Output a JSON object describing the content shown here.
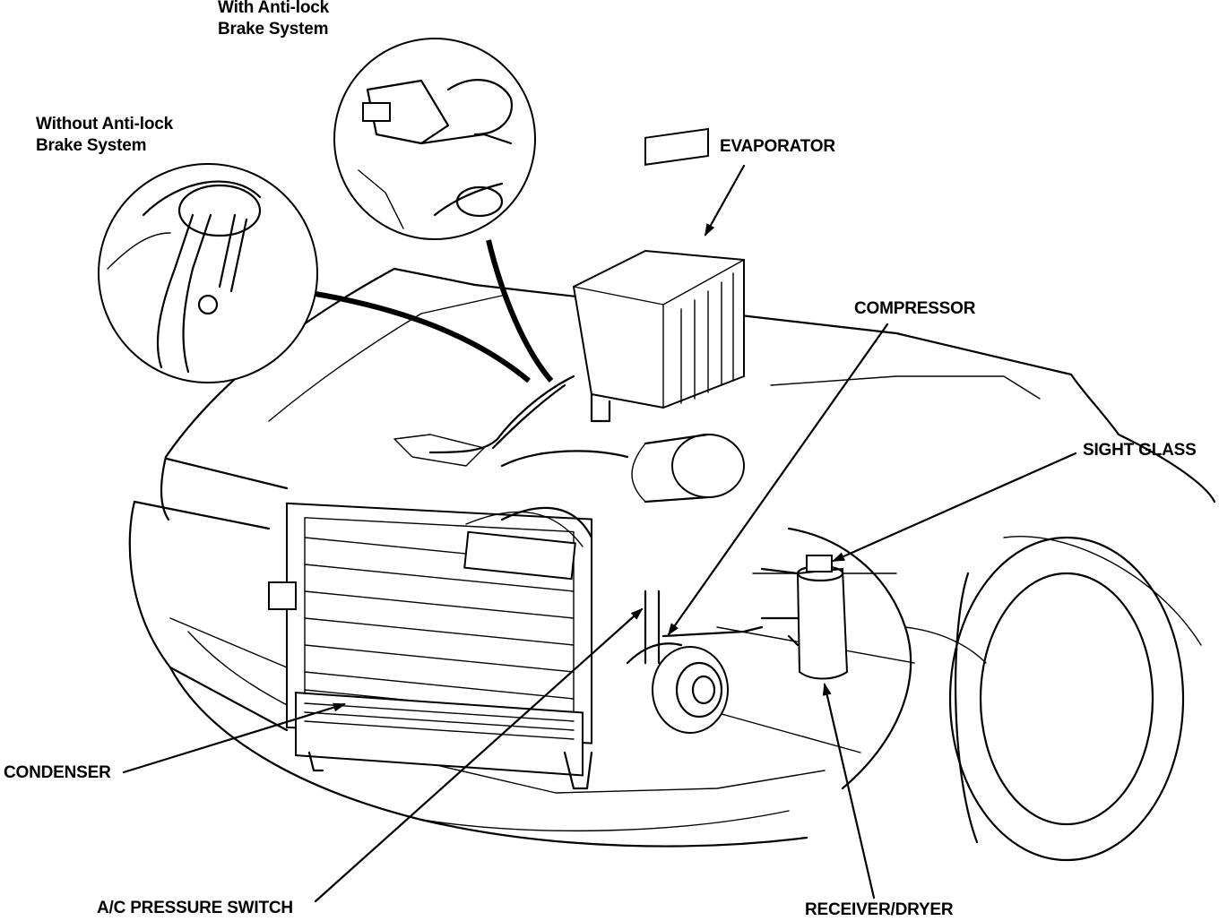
{
  "labels": {
    "with_abs_line1": "With Anti-lock",
    "with_abs_line2": "Brake System",
    "without_abs_line1": "Without Anti-lock",
    "without_abs_line2": "Brake System",
    "evaporator": "EVAPORATOR",
    "compressor": "COMPRESSOR",
    "sight_glass": "SIGHT GLASS",
    "condenser": "CONDENSER",
    "pressure_switch": "A/C PRESSURE SWITCH",
    "receiver_dryer": "RECEIVER/DRYER"
  }
}
